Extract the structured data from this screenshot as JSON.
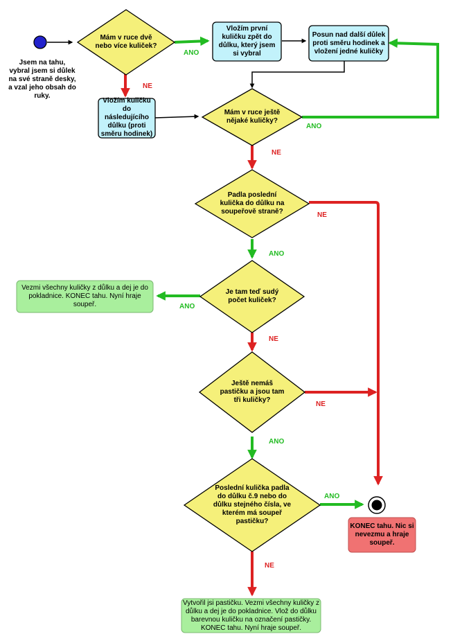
{
  "start_text": "Jsem na tahu,\nvybral jsem si důlek\nna své straně desky,\na vzal jeho obsah do\nruky.",
  "nodes": {
    "q_two_balls": "Mám v ruce dvě\nnebo více kuliček?",
    "put_first_back": "Vložím první\nkuličku zpět do\ndůlku, který jsem\nsi vybral",
    "move_next": "Posun nad další důlek\nproti směru hodinek a\nvložení jedné kuličky",
    "put_next": "Vložím kuličku\ndo\nnásledujícího\ndůlku (proti\nsměru hodinek)",
    "q_still_balls": "Mám v ruce ještě\nnějaké kuličky?",
    "q_last_fell": "Padla poslední\nkulička do důlku na\nsoupeřově straně?",
    "q_even": "Je tam teď sudý\npočet kuliček?",
    "take_all": "Vezmi všechny kuličky z důlku a dej je do\npokladnice. KONEC tahu. Nyní hraje soupeř.",
    "q_no_pastik": "Ještě nemáš\npastičku a jsou tam\ntři kuličky?",
    "q_last_9": "Poslední kulička padla\ndo důlku č.9 nebo do\ndůlku stejného čísla, ve\nkterém má soupeř\npastičku?",
    "end_text": "KONEC tahu. Nic si\nnevezmu a hraje\nsoupeř.",
    "create_pastik": "Vytvořil jsi pastičku. Vezmi všechny kuličky z\ndůlku a dej je do pokladnice. Vlož do důlku\nbarevnou kuličku na označení pastičky.\nKONEC tahu. Nyní hraje soupeř."
  },
  "labels": {
    "yes": "ANO",
    "no": "NE"
  },
  "colors": {
    "decision_fill": "#f5f07a",
    "process_fill": "#c2f2fb",
    "take_fill": "#a9ef9d",
    "end_fill": "#f07272",
    "yes_arrow": "#22bb22",
    "no_arrow": "#dd2222",
    "flow_arrow": "#000000",
    "start_fill": "#2222cc"
  }
}
